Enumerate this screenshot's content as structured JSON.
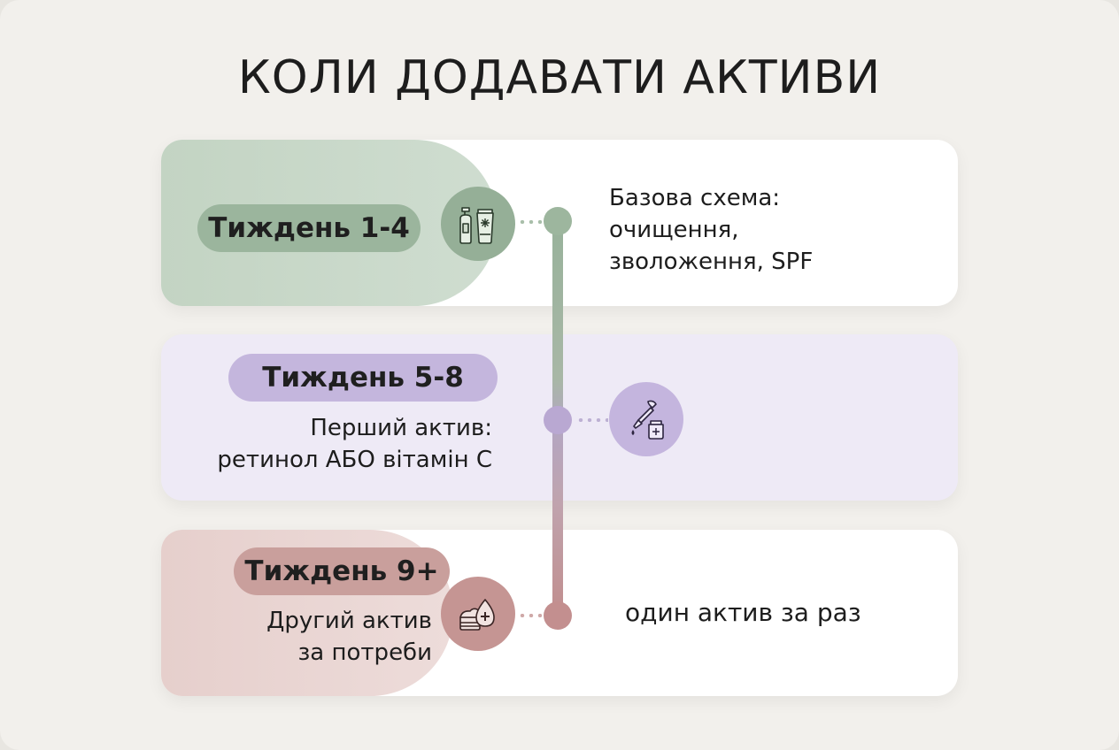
{
  "title": "КОЛИ ДОДАВАТИ АКТИВИ",
  "stages": [
    {
      "label": "Тиждень 1-4",
      "desc_lines": [
        "Базова схема:",
        "очищення,",
        "зволоження, SPF"
      ],
      "icon": "skincare-bottles-icon",
      "color": "#9bb59d"
    },
    {
      "label": "Тиждень 5-8",
      "desc_lines": [
        "Перший актив:",
        "ретинол АБО вітамін С"
      ],
      "icon": "serum-dropper-icon",
      "color": "#c4b6dd"
    },
    {
      "label": "Тиждень 9+",
      "desc_lines": [
        "Другий актив",
        "за потреби"
      ],
      "extra": "один актив за раз",
      "icon": "cream-drop-plus-icon",
      "color": "#c99f9c"
    }
  ]
}
